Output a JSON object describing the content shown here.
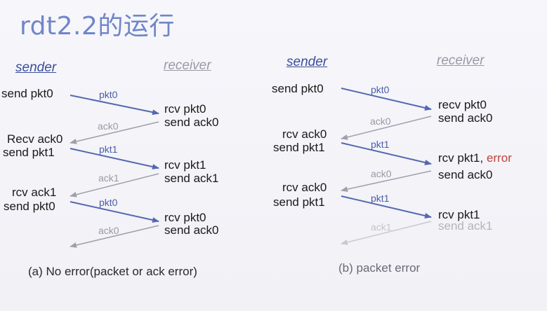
{
  "title": "rdt2.2的运行",
  "diagram_a": {
    "sender_header": "sender",
    "receiver_header": "receiver",
    "sender_labels": [
      "send pkt0",
      "Recv ack0",
      "send pkt1",
      "rcv ack1",
      "send pkt0"
    ],
    "receiver_labels": [
      "rcv pkt0",
      "send ack0",
      "rcv pkt1",
      "send ack1",
      "rcv pkt0",
      "send ack0"
    ],
    "msg_labels": [
      "pkt0",
      "ack0",
      "pkt1",
      "ack1",
      "pkt0",
      "ack0"
    ],
    "caption": "(a) No error(packet or ack error)"
  },
  "diagram_b": {
    "sender_header": "sender",
    "receiver_header": "receiver",
    "sender_labels": [
      "send pkt0",
      "rcv ack0",
      "send pkt1",
      "rcv ack0",
      "send pkt1"
    ],
    "receiver_labels": [
      "recv pkt0",
      "send ack0",
      "rcv pkt1,",
      "error",
      "send ack0",
      "rcv pkt1",
      "send ack1"
    ],
    "msg_labels": [
      "pkt0",
      "ack0",
      "pkt1",
      "ack0",
      "pkt1",
      "ack1"
    ],
    "caption": "(b) packet error"
  },
  "colors": {
    "title": "#6f86c8",
    "packet_arrow": "#5468b0",
    "ack_arrow": "#a0a0ac",
    "error": "#c2413c"
  }
}
